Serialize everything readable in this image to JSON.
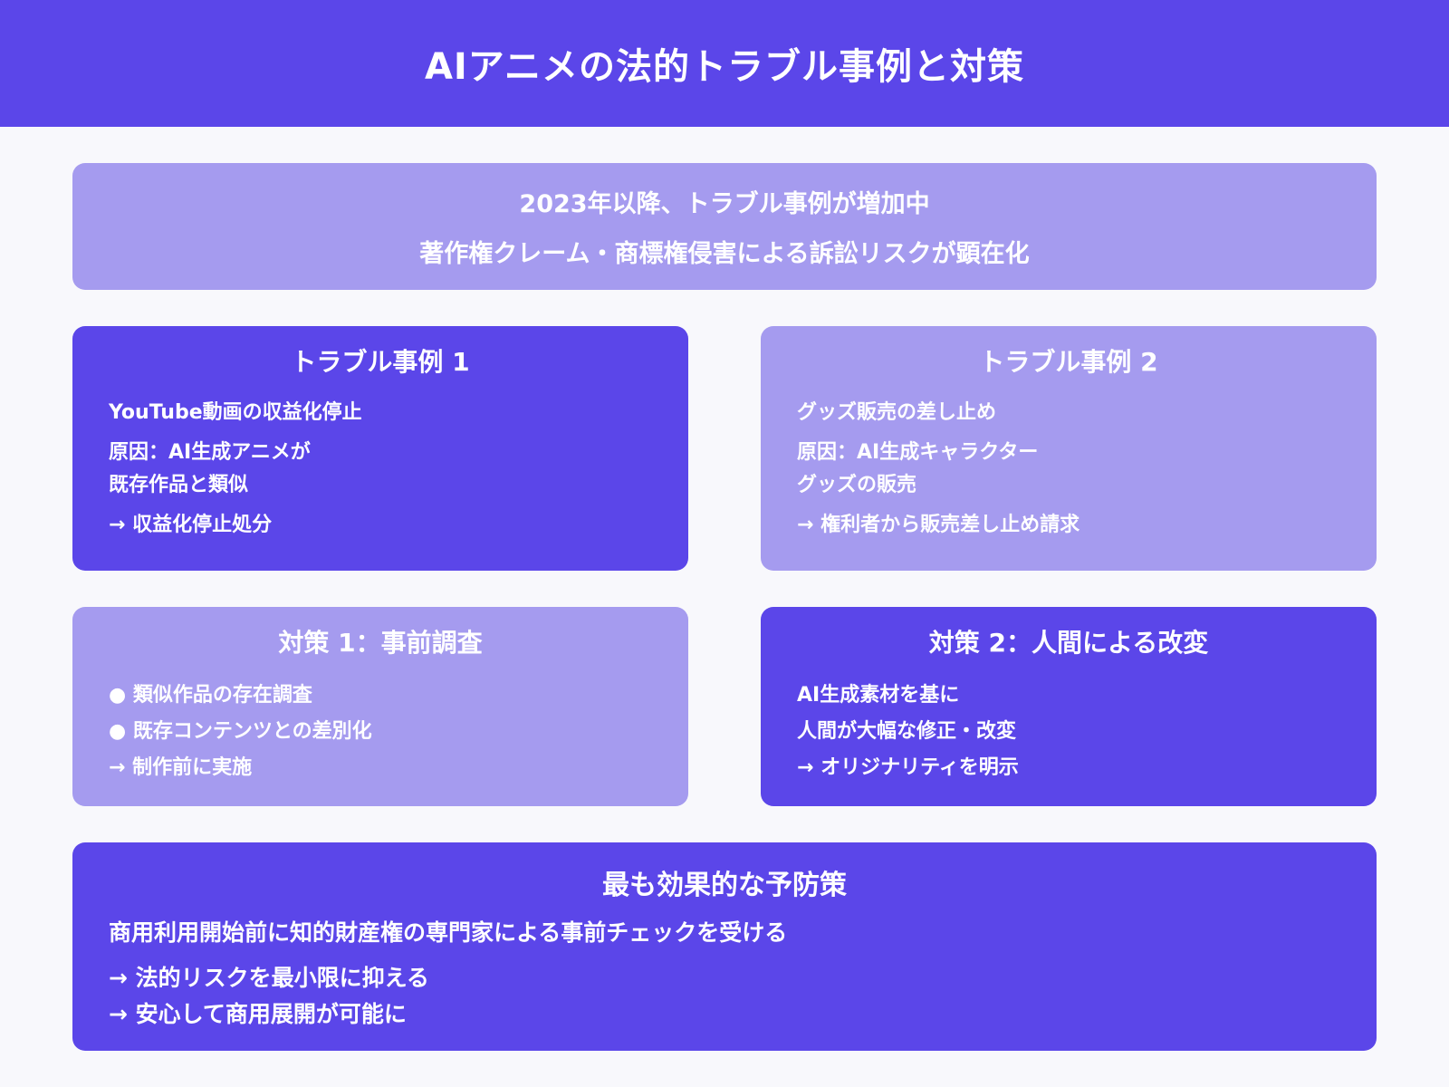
{
  "header": {
    "title": "AIアニメの法的トラブル事例と対策"
  },
  "summary": {
    "line1": "2023年以降、トラブル事例が増加中",
    "line2": "著作権クレーム・商標権侵害による訴訟リスクが顕在化"
  },
  "case1": {
    "title": "トラブル事例 1",
    "lines": [
      "YouTube動画の収益化停止",
      "原因：AI生成アニメが",
      "既存作品と類似"
    ],
    "result": "→ 収益化停止処分"
  },
  "case2": {
    "title": "トラブル事例 2",
    "lines": [
      "グッズ販売の差し止め",
      "原因：AI生成キャラクター",
      "グッズの販売"
    ],
    "result": "→ 権利者から販売差し止め請求"
  },
  "solution1": {
    "title": "対策 1：事前調査",
    "lines": [
      "● 類似作品の存在調査",
      "● 既存コンテンツとの差別化",
      "→ 制作前に実施"
    ]
  },
  "solution2": {
    "title": "対策 2：人間による改変",
    "lines": [
      "AI生成素材を基に",
      "人間が大幅な修正・改変",
      "→ オリジナリティを明示"
    ]
  },
  "best": {
    "title": "最も効果的な予防策",
    "main": "商用利用開始前に知的財産権の専門家による事前チェックを受ける",
    "lines": [
      "→ 法的リスクを最小限に抑える",
      "→ 安心して商用展開が可能に"
    ]
  }
}
